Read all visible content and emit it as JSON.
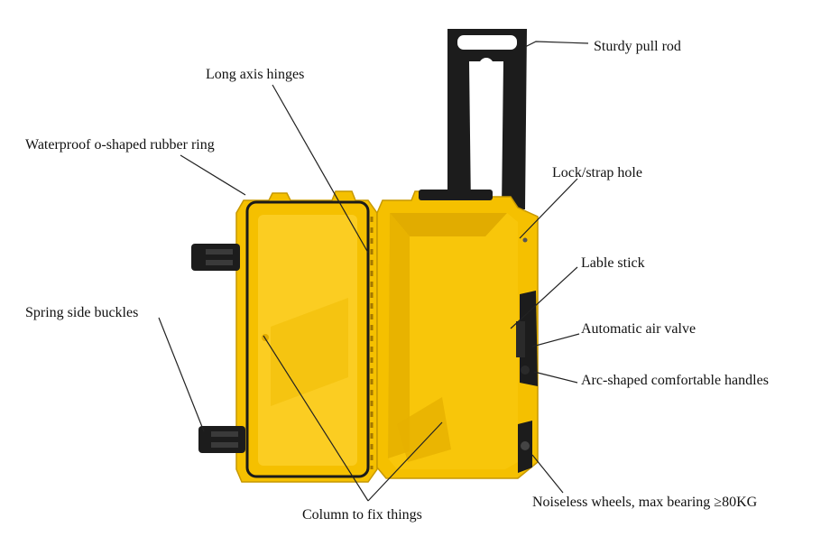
{
  "callouts": {
    "pull_rod": "Sturdy pull rod",
    "hinges": "Long axis hinges",
    "rubber_ring": "Waterproof o-shaped rubber ring",
    "lock_hole": "Lock/strap hole",
    "label_stick": "Lable stick",
    "buckles": "Spring side buckles",
    "air_valve": "Automatic air valve",
    "handles": "Arc-shaped comfortable handles",
    "column": "Column to fix things",
    "wheels": "Noiseless wheels, max bearing ≥80KG"
  },
  "colors": {
    "case_yellow": "#f5c000",
    "case_shade": "#d9a400",
    "case_dark": "#b98a00",
    "gasket": "#1a1a1a",
    "handle_black": "#1c1c1c"
  }
}
